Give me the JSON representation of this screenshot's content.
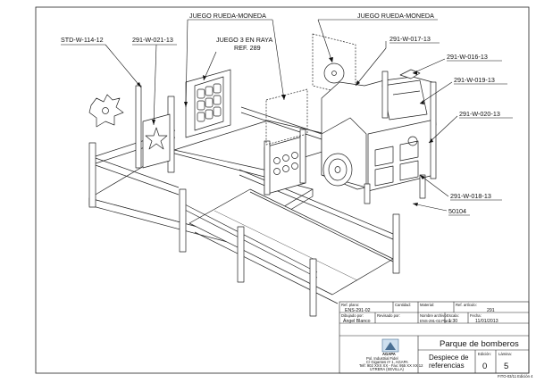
{
  "drawing": {
    "callouts": [
      {
        "id": "c1",
        "text": "JUEGO RUEDA-MONEDA"
      },
      {
        "id": "c2",
        "text": "JUEGO RUEDA-MONEDA"
      },
      {
        "id": "c3",
        "text": "STD-W-114-12"
      },
      {
        "id": "c4",
        "text": "291-W-021-13"
      },
      {
        "id": "c5a",
        "text": "JUEGO 3 EN RAYA"
      },
      {
        "id": "c5b",
        "text": "REF. 289"
      },
      {
        "id": "c6",
        "text": "291-W-017-13"
      },
      {
        "id": "c7",
        "text": "291-W-016-13"
      },
      {
        "id": "c8",
        "text": "291-W-019-13"
      },
      {
        "id": "c9",
        "text": "291-W-020-13"
      },
      {
        "id": "c10",
        "text": "291-W-018-13"
      },
      {
        "id": "c11",
        "text": "50104"
      }
    ]
  },
  "title_block": {
    "ref_plano_label": "Ref. plano:",
    "ref_plano_value": "ENS-291-02",
    "cantidad_label": "Cantidad:",
    "material_label": "Material:",
    "ref_articulo_label": "Ref. artículo:",
    "ref_articulo_value": "291",
    "dibujado_label": "Dibujado por:",
    "dibujado_value": "Ángel Blanco",
    "revisado_label": "Revisado por:",
    "nombre_archivo_label": "Nombre archivo",
    "nombre_archivo_value": "ENS-291-02.Plano",
    "escala_label": "Escala:",
    "escala_value": "1:30",
    "fecha_label": "Fecha:",
    "fecha_value": "11/01/2013",
    "company_name": "AGAPA",
    "company_line1": "Pol. Industrial Fidel",
    "company_line2": "C/ Gigantes nº 1, AGAPA",
    "company_line3": "Telf: 902 XXX XX - Fax: 955 XX XX 12",
    "company_line4": "UTRERA (SEVILLA)",
    "project_title": "Parque de bomberos",
    "desc_line1": "Despiece de",
    "desc_line2": "referencias",
    "edicion_label": "Edición:",
    "edicion_value": "0",
    "lamina_label": "Lámina:",
    "lamina_value": "5",
    "form_code": "FITO-03/11 Edición 4"
  }
}
